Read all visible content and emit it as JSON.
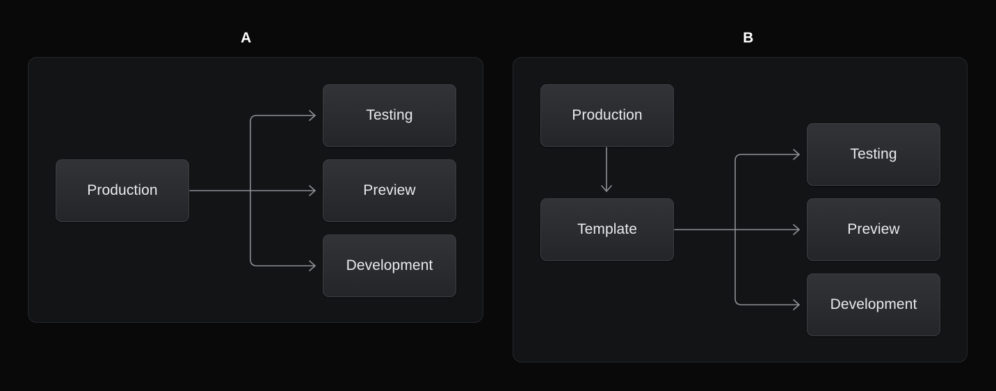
{
  "page": {
    "background_color": "#09090a",
    "panel_background_color": "#131416",
    "panel_border_color": "#26282b",
    "node_fill_top_color": "#313337",
    "node_fill_bottom_color": "#232528",
    "node_border_color": "#3c3f43",
    "node_text_color": "#e9eaeb",
    "connector_color": "#8f9296",
    "caption_text_color": "#ffffff"
  },
  "panels": [
    {
      "id": "panel-a",
      "caption": "A",
      "nodes": {
        "source": "Production",
        "targets": [
          "Testing",
          "Preview",
          "Development"
        ]
      },
      "edges": [
        {
          "from": "Production",
          "to": "Testing",
          "style": "elbow-right"
        },
        {
          "from": "Production",
          "to": "Preview",
          "style": "straight-right"
        },
        {
          "from": "Production",
          "to": "Development",
          "style": "elbow-right"
        }
      ]
    },
    {
      "id": "panel-b",
      "caption": "B",
      "nodes": {
        "source": "Production",
        "intermediate": "Template",
        "targets": [
          "Testing",
          "Preview",
          "Development"
        ]
      },
      "edges": [
        {
          "from": "Production",
          "to": "Template",
          "style": "straight-down"
        },
        {
          "from": "Template",
          "to": "Testing",
          "style": "elbow-right"
        },
        {
          "from": "Template",
          "to": "Preview",
          "style": "straight-right"
        },
        {
          "from": "Template",
          "to": "Development",
          "style": "elbow-right"
        }
      ]
    }
  ]
}
